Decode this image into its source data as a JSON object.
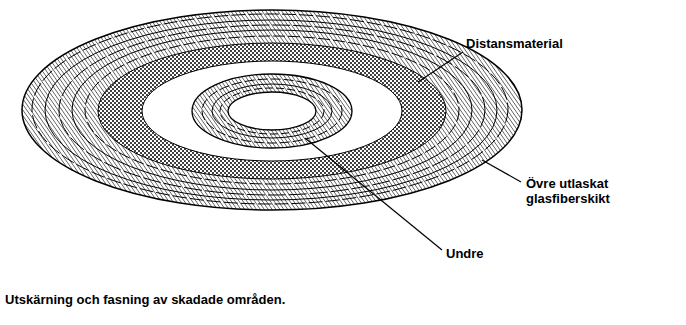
{
  "diagram": {
    "caption": "Utskärning och fasning av skadade områden.",
    "labels": [
      "Distansmaterial",
      "Övre utlaskat glasfiberskikt",
      "Undre"
    ]
  }
}
